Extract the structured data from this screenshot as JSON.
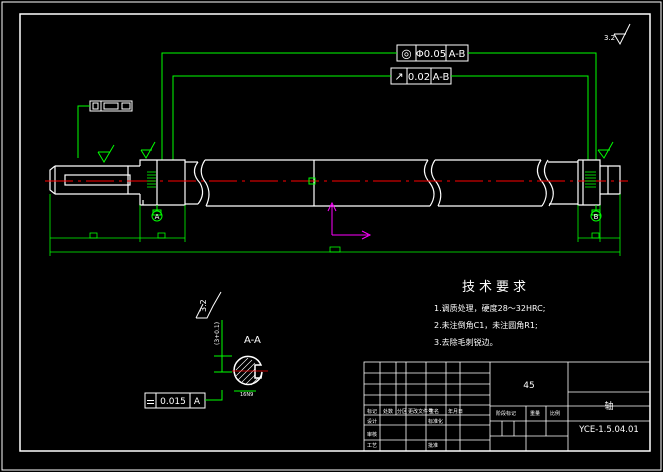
{
  "tolerances": {
    "coaxiality": {
      "symbol": "◎",
      "value": "Φ0.05",
      "datum": "A-B"
    },
    "runout": {
      "symbol": "↗",
      "value": "0.02",
      "datum": "A-B"
    },
    "parallelism": {
      "value": "0.015",
      "datum": "A"
    }
  },
  "datums": {
    "left": "A",
    "right": "B"
  },
  "roughness": {
    "general": "3.2",
    "keyway": "3.2"
  },
  "section": {
    "label": "A-A"
  },
  "tech_requirements": {
    "title": "技术要求",
    "items": [
      "1.调质处理，硬度28～32HRC;",
      "2.未注倒角C1，未注圆角R1;",
      "3.去除毛刺锐边。"
    ]
  },
  "title_block": {
    "material": "45",
    "part_name": "轴",
    "drawing_no": "YCE-1.5.04.01",
    "grid_labels": [
      "标记",
      "处数",
      "分区",
      "更改文件号",
      "签名",
      "年月日"
    ],
    "stage_labels": [
      "阶段标记",
      "重量",
      "比例"
    ],
    "role_labels": [
      "设计",
      "标准化",
      "审核",
      "工艺",
      "批准"
    ]
  },
  "colors": {
    "frame": "#ffffff",
    "annotation": "#00ff00",
    "centerline": "#ff0000",
    "ucs": "#ff00ff",
    "text": "#ffffff"
  }
}
